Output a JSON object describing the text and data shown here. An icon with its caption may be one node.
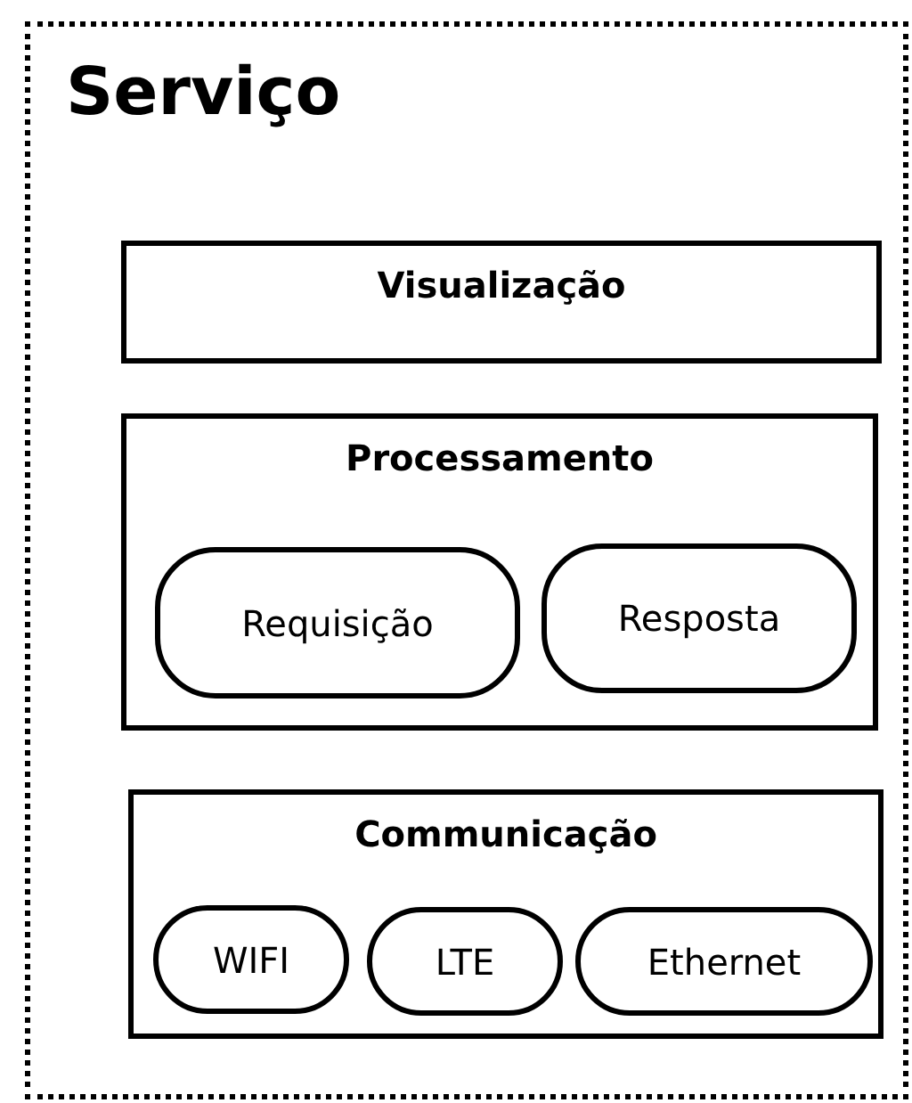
{
  "diagram": {
    "nodes": [
      {
        "text": [
          "Serviço"
        ]
      },
      {
        "text": [
          "Visualização"
        ],
        "in": 0
      },
      {
        "text": [
          "Processamento"
        ],
        "in": 0
      },
      {
        "text": [
          "Requisição"
        ],
        "in": 2
      },
      {
        "text": [
          "Resposta"
        ],
        "in": 2
      },
      {
        "text": [
          "Communicação"
        ],
        "in": 0
      },
      {
        "text": [
          "WIFI"
        ],
        "in": 5
      },
      {
        "text": [
          "LTE"
        ],
        "in": 5
      },
      {
        "text": [
          "Ethernet"
        ],
        "in": 5
      }
    ]
  }
}
